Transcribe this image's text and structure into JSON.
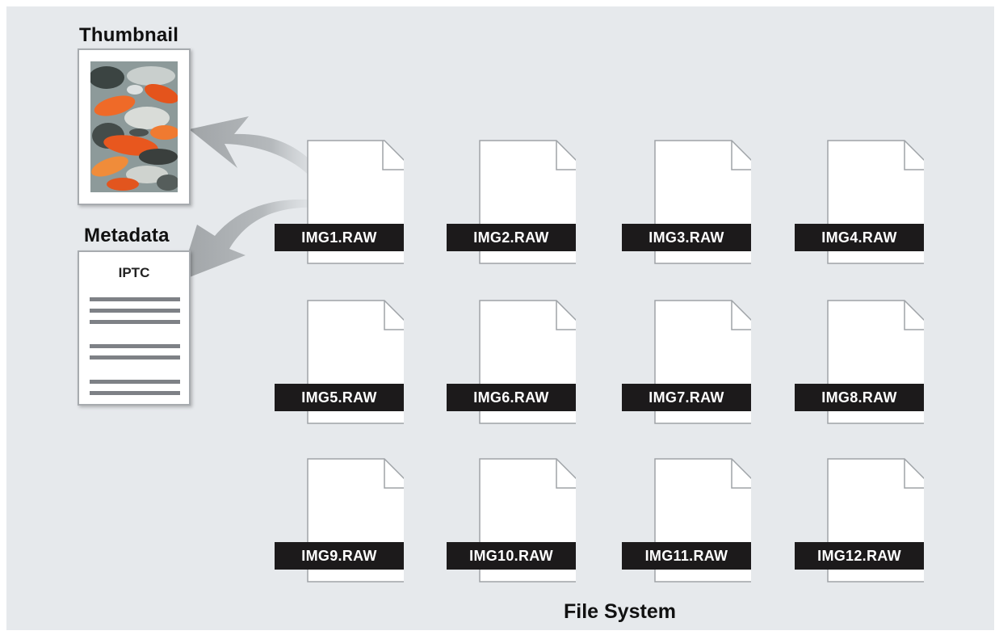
{
  "thumbnail": {
    "title": "Thumbnail"
  },
  "metadata": {
    "title": "Metadata",
    "label": "IPTC"
  },
  "file_system": {
    "title": "File System",
    "files": [
      "IMG1.RAW",
      "IMG2.RAW",
      "IMG3.RAW",
      "IMG4.RAW",
      "IMG5.RAW",
      "IMG6.RAW",
      "IMG7.RAW",
      "IMG8.RAW",
      "IMG9.RAW",
      "IMG10.RAW",
      "IMG11.RAW",
      "IMG12.RAW"
    ]
  },
  "colors": {
    "background": "#e6e9ec",
    "label_background": "#1c1a1b",
    "arrow": "#a3a7aa",
    "meta_lines": "#7e8186"
  },
  "icons": [
    "document-icon",
    "thumbnail-photo",
    "arrow-icon"
  ]
}
